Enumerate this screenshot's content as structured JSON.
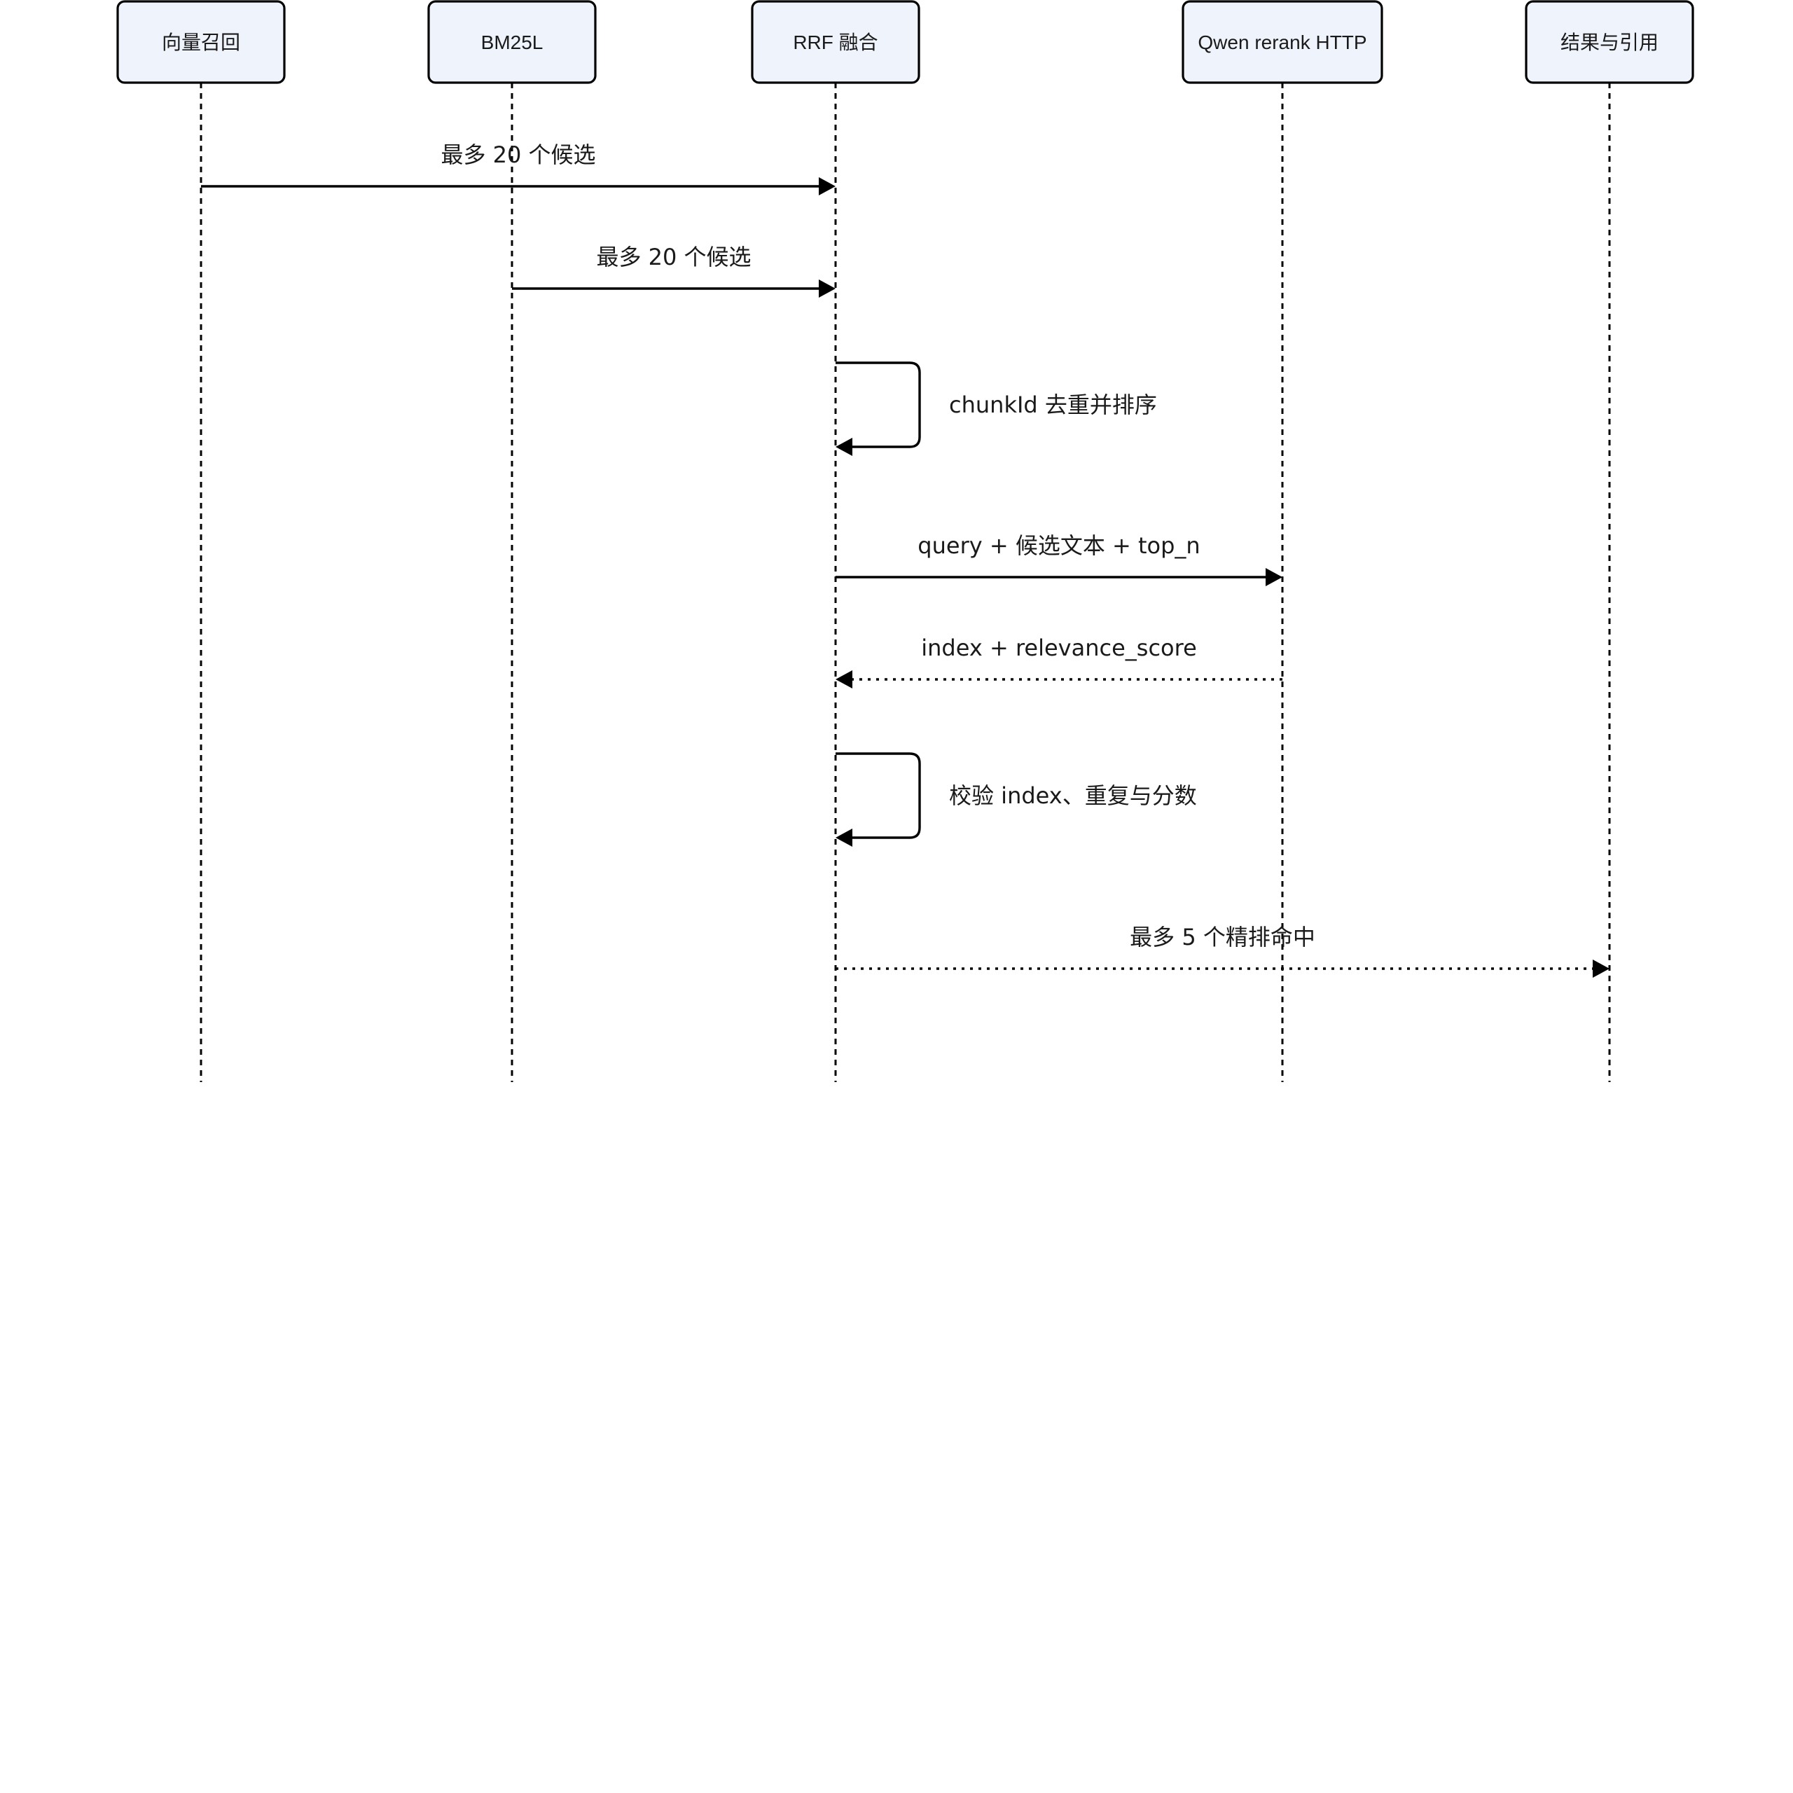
{
  "participants": [
    {
      "id": "vec",
      "label": "向量召回"
    },
    {
      "id": "bm25",
      "label": "BM25L"
    },
    {
      "id": "rrf",
      "label": "RRF 融合"
    },
    {
      "id": "qwen",
      "label": "Qwen rerank HTTP"
    },
    {
      "id": "out",
      "label": "结果与引用"
    }
  ],
  "messages": [
    {
      "from": "vec",
      "to": "rrf",
      "label": "最多 20 个候选",
      "style": "solid"
    },
    {
      "from": "bm25",
      "to": "rrf",
      "label": "最多 20 个候选",
      "style": "solid"
    },
    {
      "from": "rrf",
      "to": "rrf",
      "label": "chunkId 去重并排序",
      "style": "solid"
    },
    {
      "from": "rrf",
      "to": "qwen",
      "label": "query + 候选文本 + top_n",
      "style": "solid"
    },
    {
      "from": "qwen",
      "to": "rrf",
      "label": "index + relevance_score",
      "style": "dotted"
    },
    {
      "from": "rrf",
      "to": "rrf",
      "label": "校验 index、重复与分数",
      "style": "solid"
    },
    {
      "from": "rrf",
      "to": "out",
      "label": "最多 5 个精排命中",
      "style": "dotted"
    }
  ]
}
